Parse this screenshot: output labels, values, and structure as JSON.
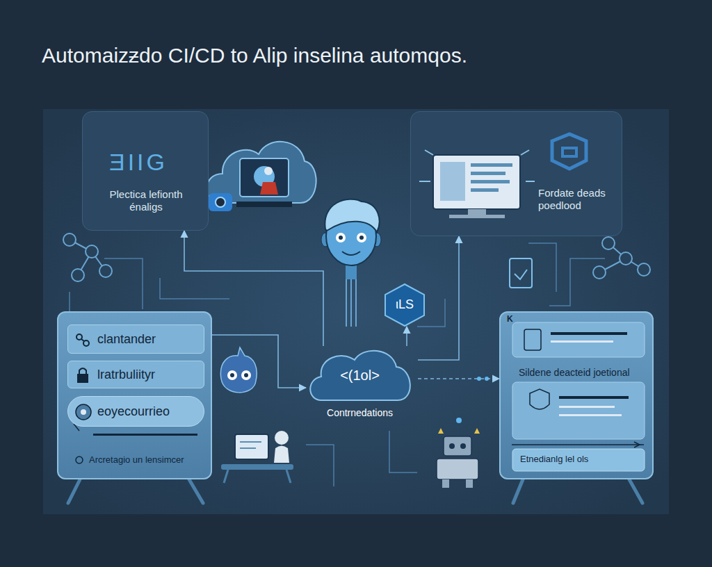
{
  "diagram": {
    "title": "Automaizƶdo CI/CD to Alip inselina automqos.",
    "nodes": [
      {
        "text": [
          "ƎIIG",
          "Plectica lefionth énaligs"
        ]
      },
      {
        "text": [
          "Fordate deads poedlood"
        ]
      },
      {
        "text": [
          "Arcretagio un lensimcer"
        ]
      },
      {
        "text": [
          "clantander"
        ],
        "in": 2
      },
      {
        "text": [
          "lratrbuliityr"
        ],
        "in": 2
      },
      {
        "text": [
          "eoyecourrieo"
        ],
        "in": 2
      },
      {
        "text": [
          "<(1ol>",
          "Contrnedations"
        ]
      },
      {
        "text": [
          "ιLS"
        ]
      },
      {
        "text": [
          "Sildene deacteid joetional",
          "Etnedianlg lel ols"
        ]
      }
    ],
    "edges": [
      {
        "from": 2,
        "to": 6,
        "arrow": "to"
      },
      {
        "from": 6,
        "to": 8,
        "arrow": "to"
      },
      {
        "from": 6,
        "to": 0,
        "arrow": "to"
      },
      {
        "from": 6,
        "to": 1,
        "arrow": "to"
      },
      {
        "from": 6,
        "to": 7,
        "arrow": "to"
      }
    ],
    "labels": [
      "K"
    ]
  }
}
